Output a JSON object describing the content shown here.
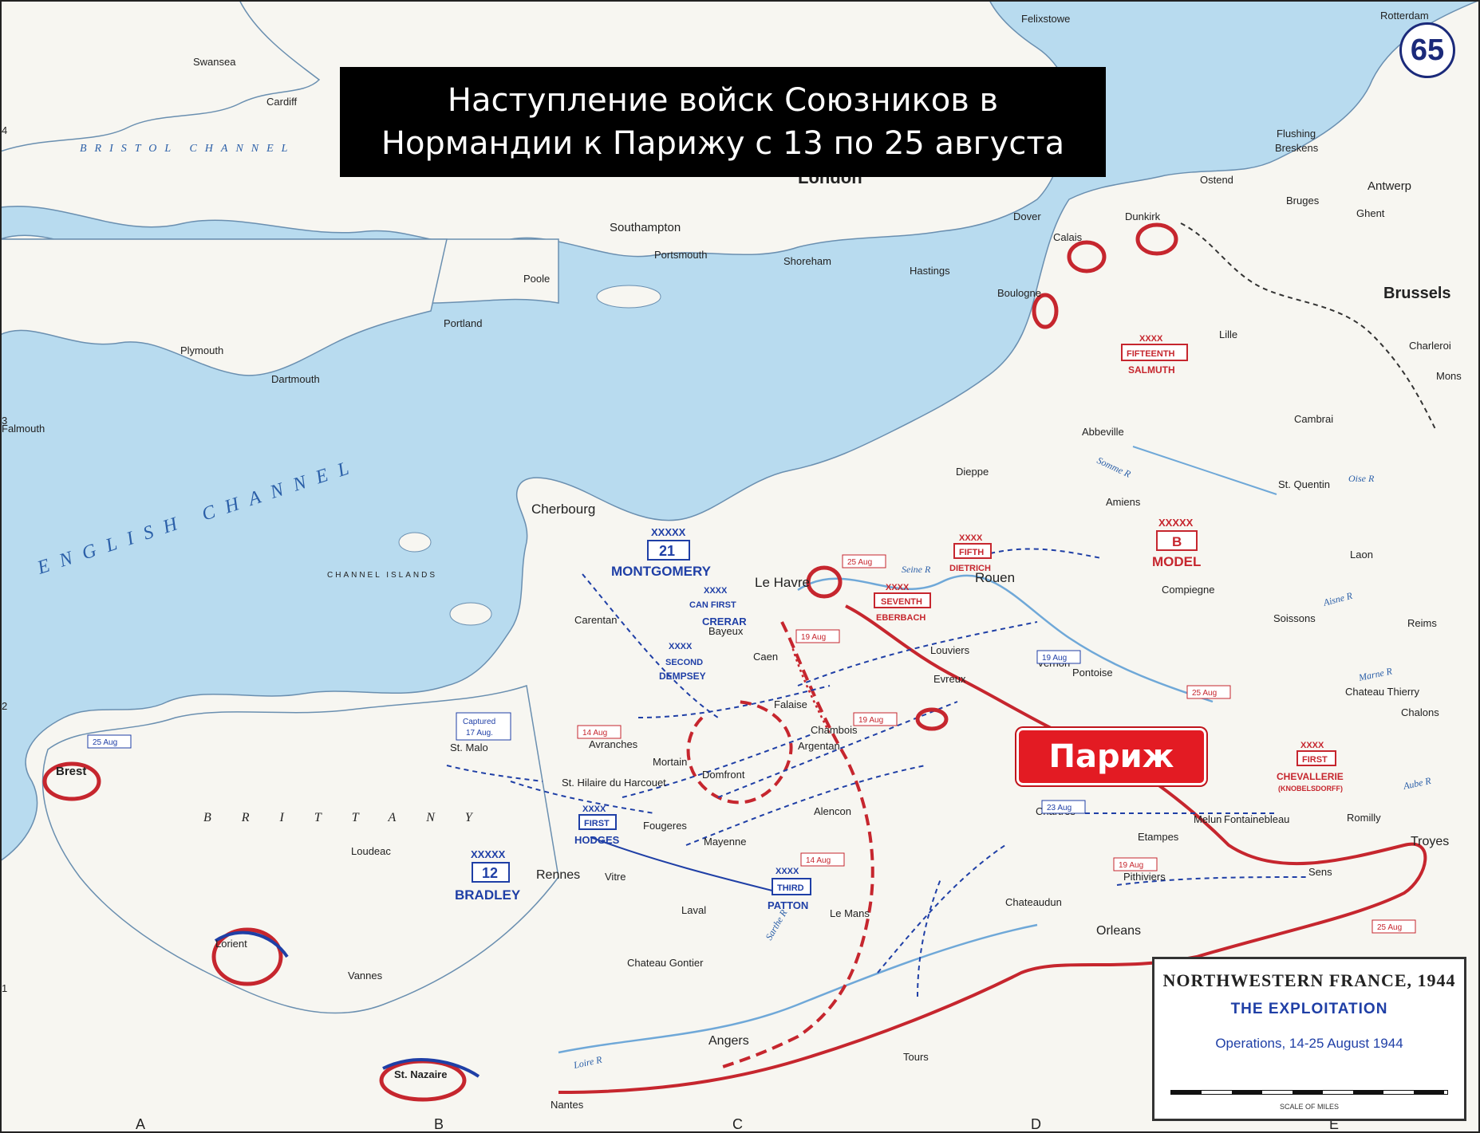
{
  "title": {
    "line1": "Наступление войск Союзников в",
    "line2": "Нормандии к Парижу с 13 по 25 августа"
  },
  "paris_label": "Париж",
  "map_number": "65",
  "inset": {
    "title": "NORTHWESTERN FRANCE, 1944",
    "subtitle": "THE EXPLOITATION",
    "operations": "Operations, 14-25 August 1944",
    "scale_caption": "SCALE OF MILES"
  },
  "seas": {
    "english_channel": "ENGLISH CHANNEL",
    "bristol_channel": "BRISTOL CHANNEL",
    "brittany": "BRITTANY",
    "channel_islands": "CHANNEL ISLANDS"
  },
  "places": [
    {
      "name": "Felixstowe"
    },
    {
      "name": "Rotterdam"
    },
    {
      "name": "Swansea"
    },
    {
      "name": "Cardiff"
    },
    {
      "name": "London"
    },
    {
      "name": "Flushing"
    },
    {
      "name": "Breskens"
    },
    {
      "name": "Ostend"
    },
    {
      "name": "Antwerp"
    },
    {
      "name": "Bruges"
    },
    {
      "name": "Ghent"
    },
    {
      "name": "Dover"
    },
    {
      "name": "Dunkirk"
    },
    {
      "name": "Calais"
    },
    {
      "name": "Southampton"
    },
    {
      "name": "Portsmouth"
    },
    {
      "name": "Shoreham"
    },
    {
      "name": "Hastings"
    },
    {
      "name": "Poole"
    },
    {
      "name": "Boulogne"
    },
    {
      "name": "Brussels"
    },
    {
      "name": "Portland"
    },
    {
      "name": "Lille"
    },
    {
      "name": "Charleroi"
    },
    {
      "name": "Mons"
    },
    {
      "name": "Plymouth"
    },
    {
      "name": "Dartmouth"
    },
    {
      "name": "Falmouth"
    },
    {
      "name": "Cambrai"
    },
    {
      "name": "Abbeville"
    },
    {
      "name": "Dieppe"
    },
    {
      "name": "Amiens"
    },
    {
      "name": "St. Quentin"
    },
    {
      "name": "Cherbourg"
    },
    {
      "name": "Le Havre"
    },
    {
      "name": "Rouen"
    },
    {
      "name": "Laon"
    },
    {
      "name": "Compiegne"
    },
    {
      "name": "Soissons"
    },
    {
      "name": "Reims"
    },
    {
      "name": "Chateau Thierry"
    },
    {
      "name": "Chalons"
    },
    {
      "name": "Carentan"
    },
    {
      "name": "Caen"
    },
    {
      "name": "Bayeux"
    },
    {
      "name": "Vernon"
    },
    {
      "name": "Pontoise"
    },
    {
      "name": "Evreux"
    },
    {
      "name": "Louviers"
    },
    {
      "name": "Falaise"
    },
    {
      "name": "Argentan"
    },
    {
      "name": "Chambois"
    },
    {
      "name": "Avranches"
    },
    {
      "name": "Mortain"
    },
    {
      "name": "Domfront"
    },
    {
      "name": "St. Malo"
    },
    {
      "name": "Brest"
    },
    {
      "name": "St. Hilaire du Harcouet"
    },
    {
      "name": "Fougeres"
    },
    {
      "name": "Alencon"
    },
    {
      "name": "Chartres"
    },
    {
      "name": "Melun"
    },
    {
      "name": "Fontainebleau"
    },
    {
      "name": "Romilly"
    },
    {
      "name": "Etampes"
    },
    {
      "name": "Troyes"
    },
    {
      "name": "Mayenne"
    },
    {
      "name": "Loudeac"
    },
    {
      "name": "Rennes"
    },
    {
      "name": "Vitre"
    },
    {
      "name": "Sens"
    },
    {
      "name": "Pithiviers"
    },
    {
      "name": "Laval"
    },
    {
      "name": "Le Mans"
    },
    {
      "name": "Chateaudun"
    },
    {
      "name": "Orleans"
    },
    {
      "name": "Lorient"
    },
    {
      "name": "Vannes"
    },
    {
      "name": "Chateau Gontier"
    },
    {
      "name": "Angers"
    },
    {
      "name": "Tours"
    },
    {
      "name": "Nantes"
    },
    {
      "name": "St. Nazaire"
    }
  ],
  "units": [
    {
      "symbol": "XXXXX",
      "number": "21",
      "name": "MONTGOMERY",
      "side": "allied"
    },
    {
      "symbol": "XXXX",
      "number": "CAN FIRST",
      "name": "CRERAR",
      "side": "allied"
    },
    {
      "symbol": "XXXX",
      "number": "SECOND",
      "name": "DEMPSEY",
      "side": "allied"
    },
    {
      "symbol": "XXXX",
      "number": "FIRST",
      "name": "HODGES",
      "side": "allied"
    },
    {
      "symbol": "XXXXX",
      "number": "12",
      "name": "BRADLEY",
      "side": "allied"
    },
    {
      "symbol": "XXXX",
      "number": "THIRD",
      "name": "PATTON",
      "side": "allied"
    },
    {
      "symbol": "XXXX",
      "number": "FIFTEENTH",
      "name": "SALMUTH",
      "side": "german"
    },
    {
      "symbol": "XXXX",
      "number": "FIFTH",
      "name": "DIETRICH",
      "side": "german"
    },
    {
      "symbol": "XXXX",
      "number": "SEVENTH",
      "name": "EBERBACH",
      "side": "german"
    },
    {
      "symbol": "XXXXX",
      "number": "B",
      "name": "MODEL",
      "side": "german"
    },
    {
      "symbol": "XXXX",
      "number": "FIRST",
      "name": "CHEVALLERIE",
      "sub": "(KNOBELSDORFF)",
      "side": "german"
    }
  ],
  "date_tags": [
    {
      "text": "25 Aug"
    },
    {
      "text": "19 Aug"
    },
    {
      "text": "19 Aug"
    },
    {
      "text": "14 Aug"
    },
    {
      "text": "14 Aug"
    },
    {
      "text": "25 Aug"
    },
    {
      "text": "19 Aug"
    },
    {
      "text": "25 Aug"
    },
    {
      "text": "25 Aug"
    },
    {
      "text": "23 Aug"
    },
    {
      "text": "19 Aug"
    }
  ],
  "captured_tag": {
    "line1": "Captured",
    "line2": "17 Aug."
  },
  "rivers": [
    "Seine R",
    "Somme R",
    "Oise R",
    "Aisne R",
    "Marne R",
    "Aube R",
    "Loire R",
    "Sarthe R"
  ],
  "grid_letters": [
    "A",
    "B",
    "C",
    "D",
    "E"
  ],
  "grid_numbers": [
    "4",
    "3",
    "2",
    "1"
  ],
  "colors": {
    "sea": "#b8dbef",
    "land": "#f7f6f1",
    "allied_blue": "#1f3fa6",
    "german_red": "#c6262e",
    "title_bg": "#000000",
    "paris_bg": "#e31b23"
  }
}
